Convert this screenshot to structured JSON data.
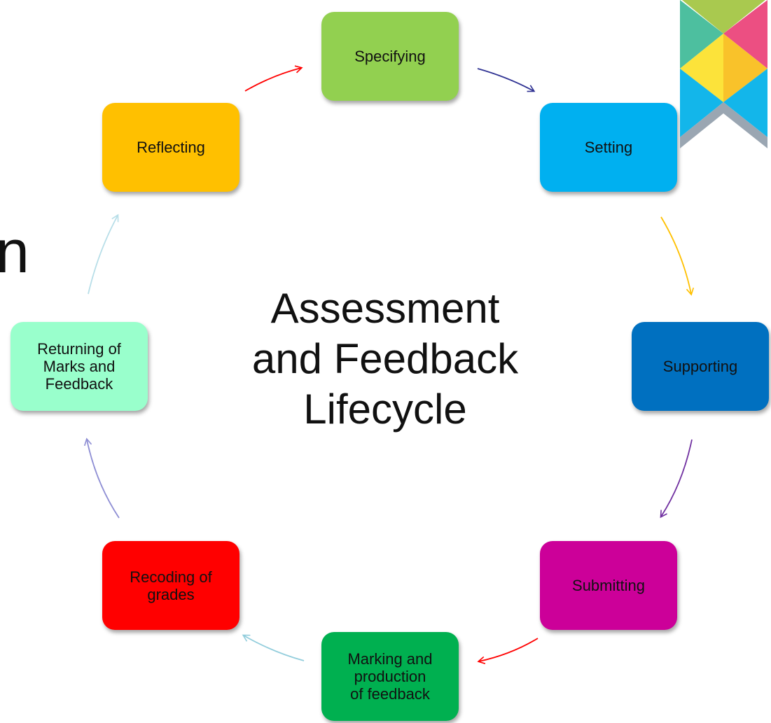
{
  "title": "Assessment\nand Feedback\nLifecycle",
  "edge_text": "n",
  "nodes": {
    "specifying": "Specifying",
    "setting": "Setting",
    "supporting": "Supporting",
    "submitting": "Submitting",
    "marking": "Marking and\nproduction\nof feedback",
    "recoding": "Recoding of\ngrades",
    "returning": "Returning of\nMarks and\nFeedback",
    "reflecting": "Reflecting"
  },
  "colors": {
    "specifying": "#92d050",
    "setting": "#00b0f0",
    "supporting": "#0070c0",
    "submitting": "#cc0099",
    "marking": "#00b050",
    "recoding": "#ff0000",
    "returning": "#99ffcc",
    "reflecting": "#ffc000",
    "arrow_specifying_setting": "#2e3192",
    "arrow_setting_supporting": "#ffc000",
    "arrow_supporting_submitting": "#7030a0",
    "arrow_submitting_marking": "#ff0000",
    "arrow_marking_recoding": "#92cddc",
    "arrow_recoding_returning": "#8e8ed4",
    "arrow_returning_reflecting": "#b7dee8",
    "arrow_reflecting_specifying": "#ff0000"
  },
  "logo": {
    "name": "triangle-ribbon-logo",
    "colors": [
      "#a9c94f",
      "#4dbf9f",
      "#ec4f82",
      "#fce33a",
      "#f9c22a",
      "#13b6ea",
      "#9aa6b2"
    ]
  }
}
